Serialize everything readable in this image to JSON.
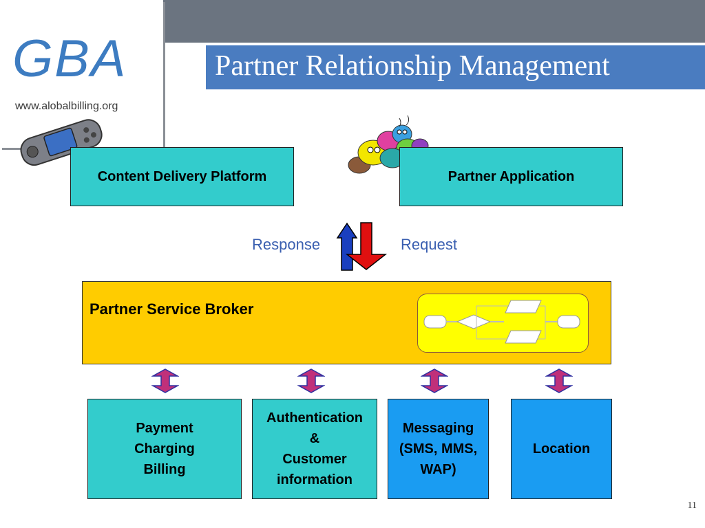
{
  "slide": {
    "title": "Partner Relationship Management",
    "page_number": "11"
  },
  "logo": {
    "text": "GBA",
    "url": "www.alobalbilling.org"
  },
  "top_boxes": {
    "content_delivery": "Content Delivery Platform",
    "partner_application": "Partner Application"
  },
  "arrows": {
    "response": "Response",
    "request": "Request"
  },
  "broker": {
    "label": "Partner Service Broker"
  },
  "services": [
    {
      "lines": [
        "Payment",
        "Charging",
        "Billing"
      ]
    },
    {
      "lines": [
        "Authentication",
        "&",
        "Customer",
        "information"
      ]
    },
    {
      "lines": [
        "Messaging",
        "(SMS, MMS,",
        "WAP)"
      ]
    },
    {
      "lines": [
        "Location"
      ]
    }
  ],
  "colors": {
    "teal": "#33cccc",
    "blue": "#1a9cf2",
    "broker": "#ffcc00",
    "response_arrow": "#1a3fbf",
    "request_arrow": "#e01010"
  }
}
